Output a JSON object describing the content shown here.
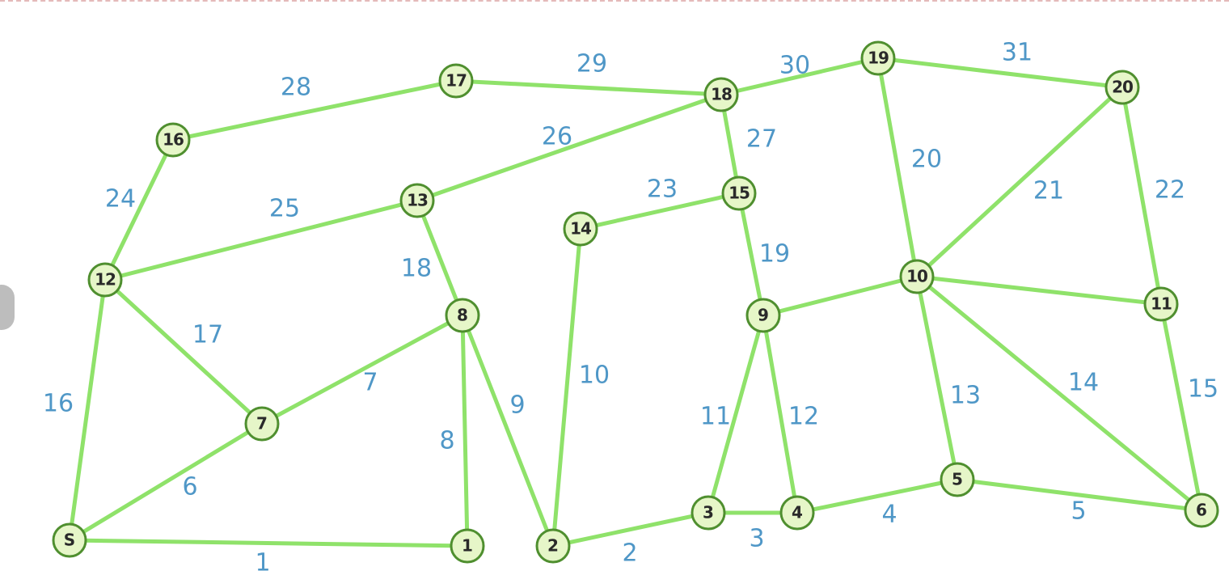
{
  "colors": {
    "edge": "#8fe26a",
    "node_fill": "#e6f6c8",
    "node_stroke": "#4f8f2f",
    "weight_text": "#4f97c7",
    "node_text": "#2a2a2a"
  },
  "nodes": [
    {
      "id": "S",
      "label": "S"
    },
    {
      "id": "1",
      "label": "1"
    },
    {
      "id": "2",
      "label": "2"
    },
    {
      "id": "3",
      "label": "3"
    },
    {
      "id": "4",
      "label": "4"
    },
    {
      "id": "5",
      "label": "5"
    },
    {
      "id": "6",
      "label": "6"
    },
    {
      "id": "7",
      "label": "7"
    },
    {
      "id": "8",
      "label": "8"
    },
    {
      "id": "9",
      "label": "9"
    },
    {
      "id": "10",
      "label": "10"
    },
    {
      "id": "11",
      "label": "11"
    },
    {
      "id": "12",
      "label": "12"
    },
    {
      "id": "13",
      "label": "13"
    },
    {
      "id": "14",
      "label": "14"
    },
    {
      "id": "15",
      "label": "15"
    },
    {
      "id": "16",
      "label": "16"
    },
    {
      "id": "17",
      "label": "17"
    },
    {
      "id": "18",
      "label": "18"
    },
    {
      "id": "19",
      "label": "19"
    },
    {
      "id": "20",
      "label": "20"
    }
  ],
  "edges": [
    {
      "from": "S",
      "to": "1",
      "label": "1"
    },
    {
      "from": "2",
      "to": "3",
      "label": "2"
    },
    {
      "from": "3",
      "to": "4",
      "label": "3"
    },
    {
      "from": "4",
      "to": "5",
      "label": "4"
    },
    {
      "from": "5",
      "to": "6",
      "label": "5"
    },
    {
      "from": "S",
      "to": "7",
      "label": "6"
    },
    {
      "from": "7",
      "to": "8",
      "label": "7"
    },
    {
      "from": "1",
      "to": "8",
      "label": "8"
    },
    {
      "from": "8",
      "to": "2",
      "label": "9"
    },
    {
      "from": "2",
      "to": "14",
      "label": "10"
    },
    {
      "from": "3",
      "to": "9",
      "label": "11"
    },
    {
      "from": "9",
      "to": "4",
      "label": "12"
    },
    {
      "from": "10",
      "to": "5",
      "label": "13"
    },
    {
      "from": "10",
      "to": "6",
      "label": "14"
    },
    {
      "from": "11",
      "to": "6",
      "label": "15"
    },
    {
      "from": "S",
      "to": "12",
      "label": "16"
    },
    {
      "from": "12",
      "to": "7",
      "label": "17"
    },
    {
      "from": "13",
      "to": "8",
      "label": "18"
    },
    {
      "from": "15",
      "to": "9",
      "label": "19"
    },
    {
      "from": "19",
      "to": "10",
      "label": "20"
    },
    {
      "from": "10",
      "to": "20",
      "label": "21"
    },
    {
      "from": "20",
      "to": "11",
      "label": "22"
    },
    {
      "from": "14",
      "to": "15",
      "label": "23"
    },
    {
      "from": "12",
      "to": "16",
      "label": "24"
    },
    {
      "from": "12",
      "to": "13",
      "label": "25"
    },
    {
      "from": "13",
      "to": "18",
      "label": "26"
    },
    {
      "from": "18",
      "to": "15",
      "label": "27"
    },
    {
      "from": "16",
      "to": "17",
      "label": "28"
    },
    {
      "from": "17",
      "to": "18",
      "label": "29"
    },
    {
      "from": "18",
      "to": "19",
      "label": "30"
    },
    {
      "from": "19",
      "to": "20",
      "label": "31"
    },
    {
      "from": "9",
      "to": "10",
      "label": ""
    },
    {
      "from": "10",
      "to": "11",
      "label": ""
    }
  ]
}
